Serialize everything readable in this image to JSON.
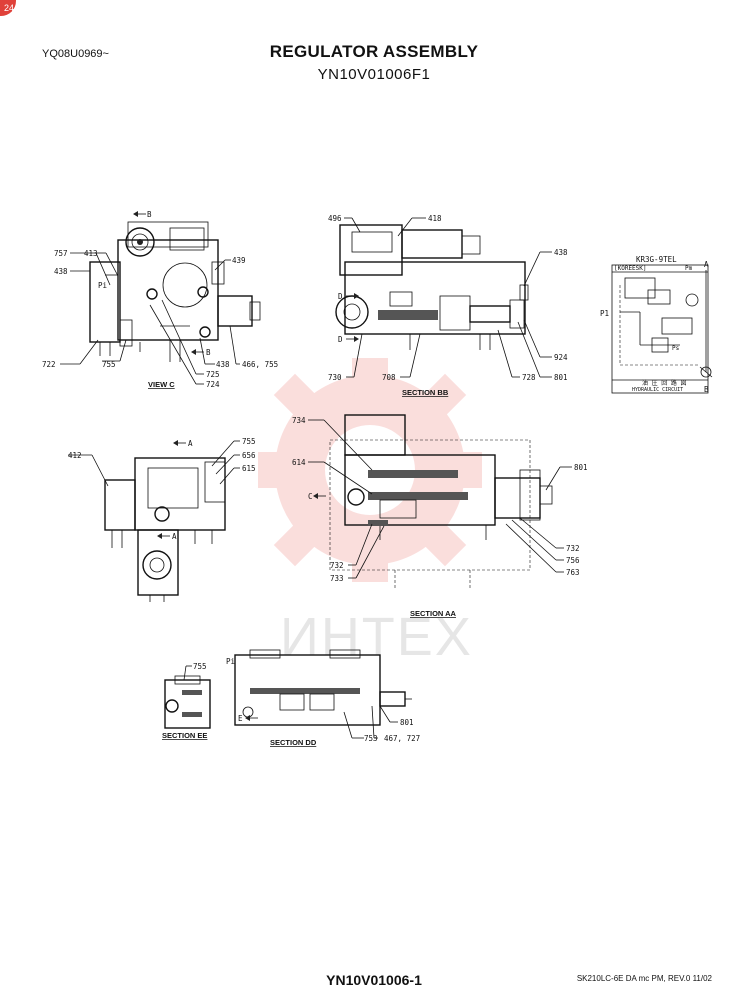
{
  "header": {
    "serial_range": "YQ08U0969~",
    "title": "REGULATOR ASSEMBLY",
    "part_number": "YN10V01006F1"
  },
  "footer": {
    "code": "YN10V01006-1",
    "revision": "SK210LC-6E DA mc PM, REV.0 11/02"
  },
  "badge": "24",
  "watermark": "ИНТЕХ",
  "sections": {
    "view_c": "VIEW C",
    "section_bb": "SECTION BB",
    "section_aa": "SECTION AA",
    "section_ee": "SECTION EE",
    "section_dd": "SECTION DD"
  },
  "circuit": {
    "model": "KR3G-9TEL",
    "korean_label": "[KOREESK]",
    "footer_kr": "油 圧 回 路 図",
    "footer_en": "HYDRAULIC CIRCUIT",
    "port_pi": "Pi",
    "port_a": "A",
    "port_b": "B",
    "port_pm": "Pm",
    "port_ps": "Ps",
    "port_pb": "P1"
  },
  "callouts": {
    "view_c": [
      "757",
      "413",
      "438",
      "722",
      "755",
      "439",
      "438",
      "466, 755",
      "725",
      "724"
    ],
    "section_bb": [
      "496",
      "418",
      "438",
      "924",
      "801",
      "728",
      "708",
      "730"
    ],
    "section_aa_left": [
      "412",
      "755",
      "656",
      "615"
    ],
    "section_aa": [
      "734",
      "614",
      "801",
      "732",
      "756",
      "763",
      "732",
      "733"
    ],
    "section_ee": [
      "755"
    ],
    "section_dd": [
      "801",
      "753",
      "467, 727"
    ]
  },
  "markers": {
    "b_arrow": "B",
    "a_arrow": "A",
    "c_arrow": "C",
    "d_arrow": "D",
    "e_arrow": "E",
    "port_pi": "Pi"
  }
}
